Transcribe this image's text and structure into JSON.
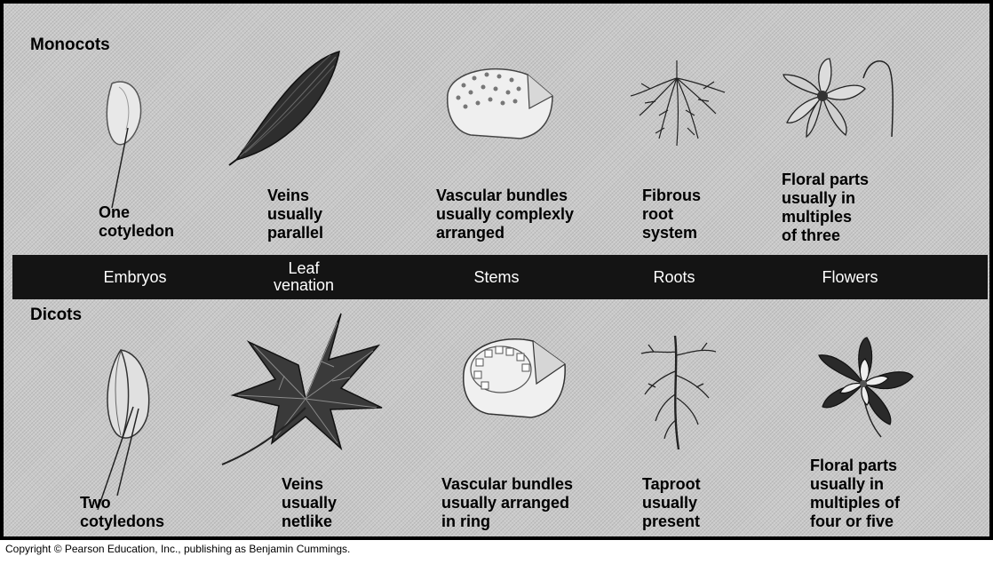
{
  "monocots": {
    "title": "Monocots",
    "embryo": "One\ncotyledon",
    "leaf": "Veins\nusually\nparallel",
    "stem": "Vascular bundles\nusually complexly\narranged",
    "root": "Fibrous\nroot\nsystem",
    "flower": "Floral parts\nusually in\nmultiples\nof three"
  },
  "categories": {
    "embryos": "Embryos",
    "leaf": "Leaf\nvenation",
    "stems": "Stems",
    "roots": "Roots",
    "flowers": "Flowers"
  },
  "dicots": {
    "title": "Dicots",
    "embryo": "Two\ncotyledons",
    "leaf": "Veins\nusually\nnetlike",
    "stem": "Vascular bundles\nusually arranged\nin ring",
    "root": "Taproot\nusually\npresent",
    "flower": "Floral parts\nusually in\nmultiples of\nfour or five"
  },
  "copyright": "Copyright © Pearson Education, Inc., publishing as Benjamin Cummings."
}
